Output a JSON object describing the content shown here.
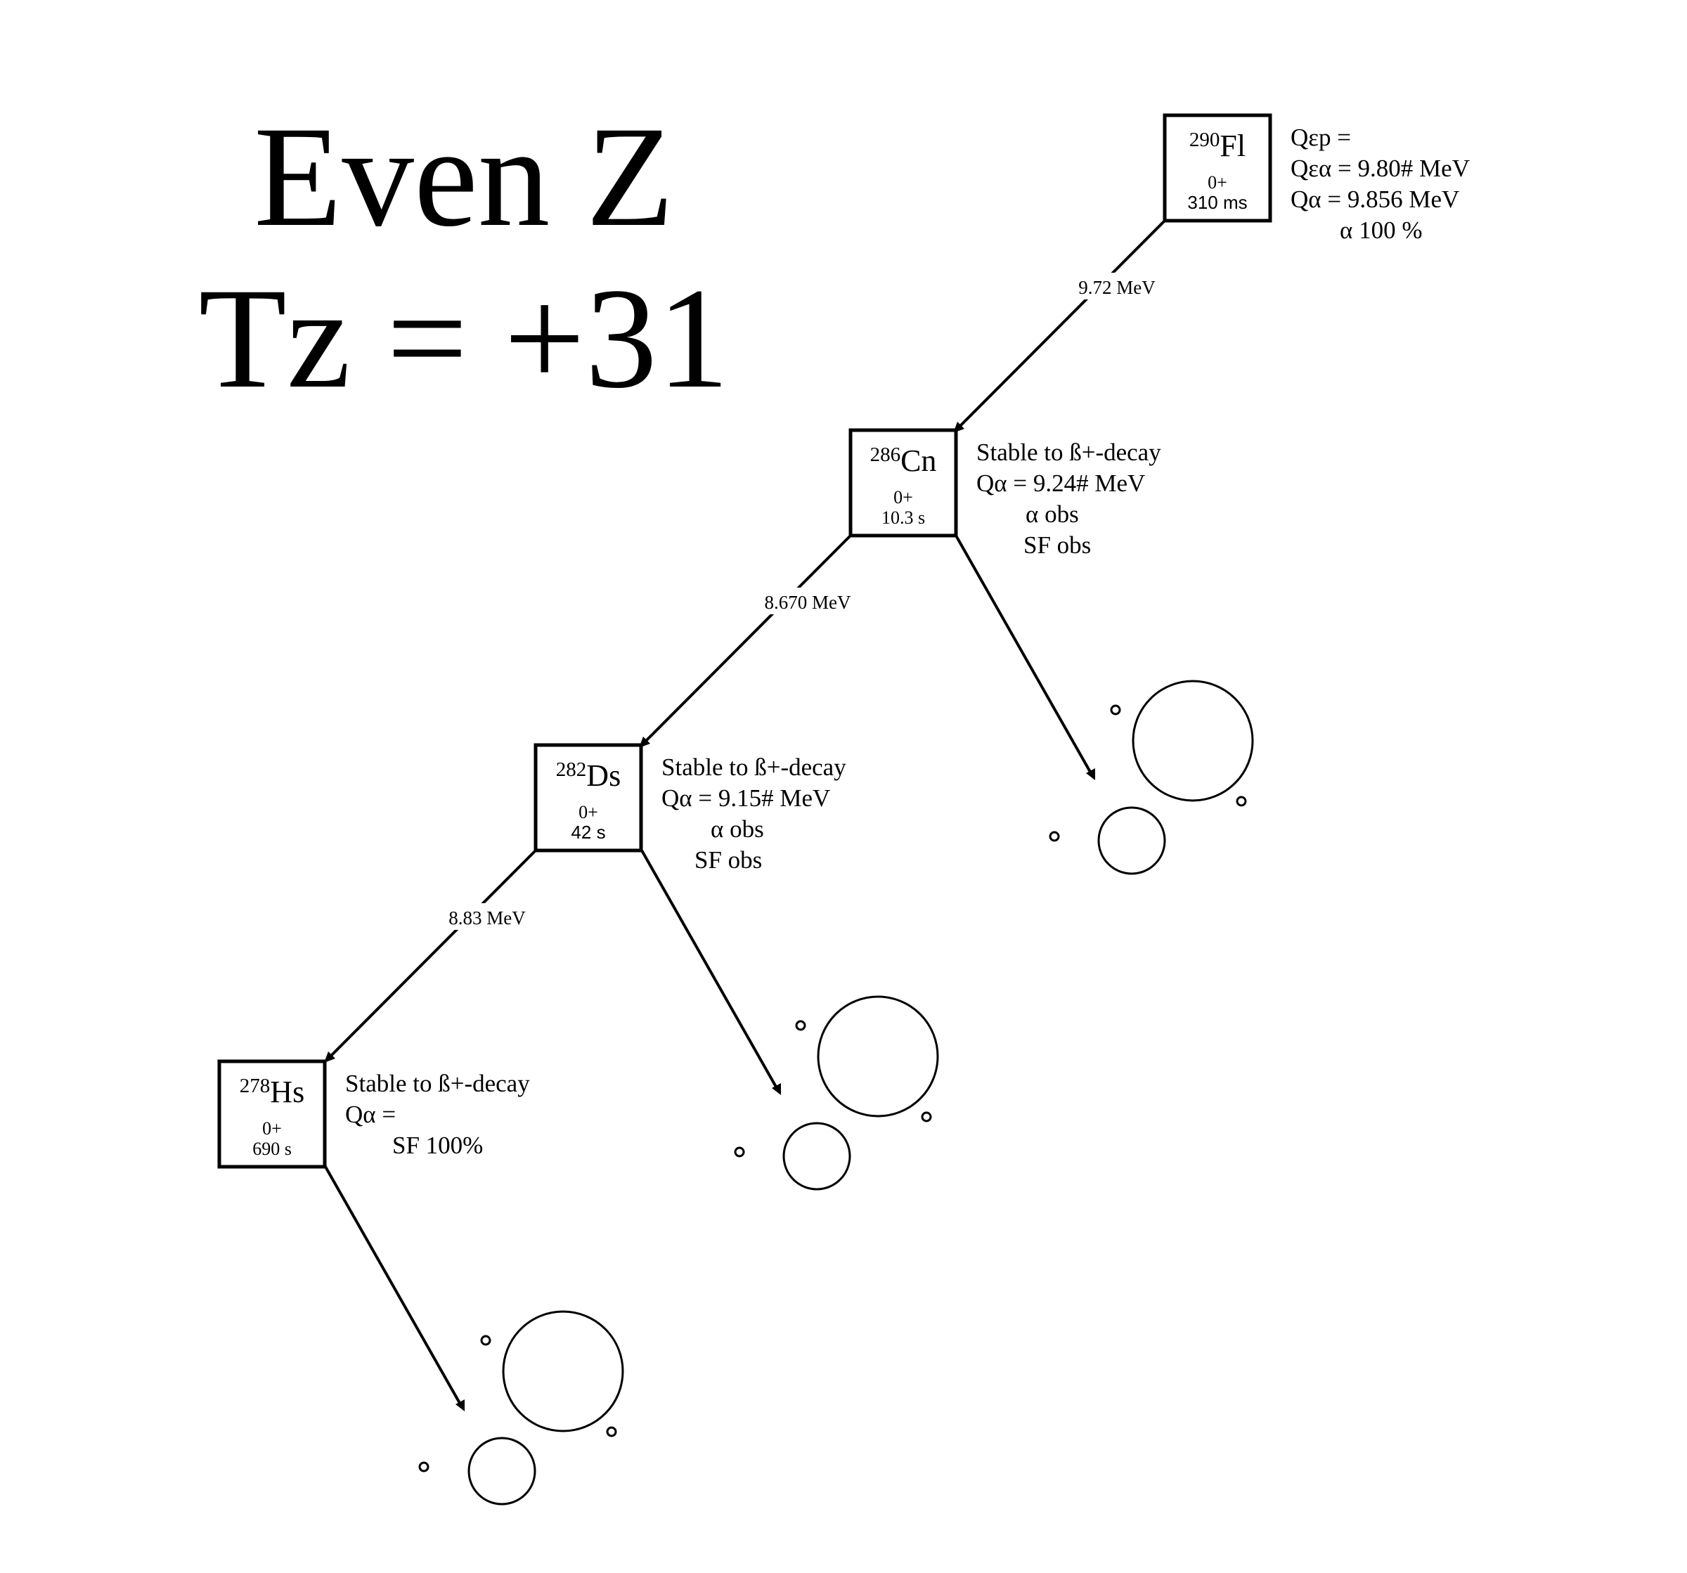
{
  "title": {
    "line1": "Even Z",
    "line2": "Tz = +31"
  },
  "nuclides": [
    {
      "mass": "290",
      "symbol": "Fl",
      "spin": "0+",
      "halflife": "310 ms",
      "info": [
        "Qεp  =",
        "Qεα = 9.80# MeV",
        "Qα   = 9.856 MeV",
        "α   100 %"
      ]
    },
    {
      "mass": "286",
      "symbol": "Cn",
      "spin": "0+",
      "halflife": "10.3 s",
      "info": [
        "Stable to ß+-decay",
        "Qα   =  9.24# MeV",
        "α  obs",
        "SF obs"
      ]
    },
    {
      "mass": "282",
      "symbol": "Ds",
      "spin": "0+",
      "halflife": "42 s",
      "info": [
        "Stable to ß+-decay",
        "Qα   =  9.15# MeV",
        "α  obs",
        "SF  obs"
      ]
    },
    {
      "mass": "278",
      "symbol": "Hs",
      "spin": "0+",
      "halflife": "690 s",
      "info": [
        "Stable to ß+-decay",
        "Qα   =",
        "SF 100%"
      ]
    }
  ],
  "alpha_transitions": [
    {
      "energy": "9.72 MeV"
    },
    {
      "energy": "8.670 MeV"
    },
    {
      "energy": "8.83 MeV"
    }
  ]
}
